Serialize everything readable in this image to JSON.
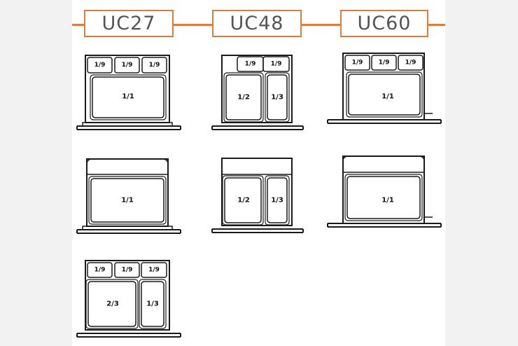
{
  "colors": {
    "accent": "#e07b39",
    "line": "#1a1a1a",
    "header_text": "#555555"
  },
  "headers": [
    "UC27",
    "UC48",
    "UC60"
  ],
  "configs": {
    "uc27_a": {
      "top": [
        "1/9",
        "1/9",
        "1/9"
      ],
      "main": [
        "1/1"
      ]
    },
    "uc48_a": {
      "top": [
        "1/9",
        "1/9"
      ],
      "main": [
        "1/2",
        "1/3"
      ]
    },
    "uc60_a": {
      "top": [
        "1/9",
        "1/9",
        "1/9"
      ],
      "main": [
        "1/1"
      ]
    },
    "uc27_b": {
      "main": [
        "1/1"
      ]
    },
    "uc48_b": {
      "main": [
        "1/2",
        "1/3"
      ]
    },
    "uc60_b": {
      "main": [
        "1/1"
      ]
    },
    "uc27_c": {
      "top": [
        "1/9",
        "1/9",
        "1/9"
      ],
      "main": [
        "2/3",
        "1/3"
      ]
    }
  }
}
